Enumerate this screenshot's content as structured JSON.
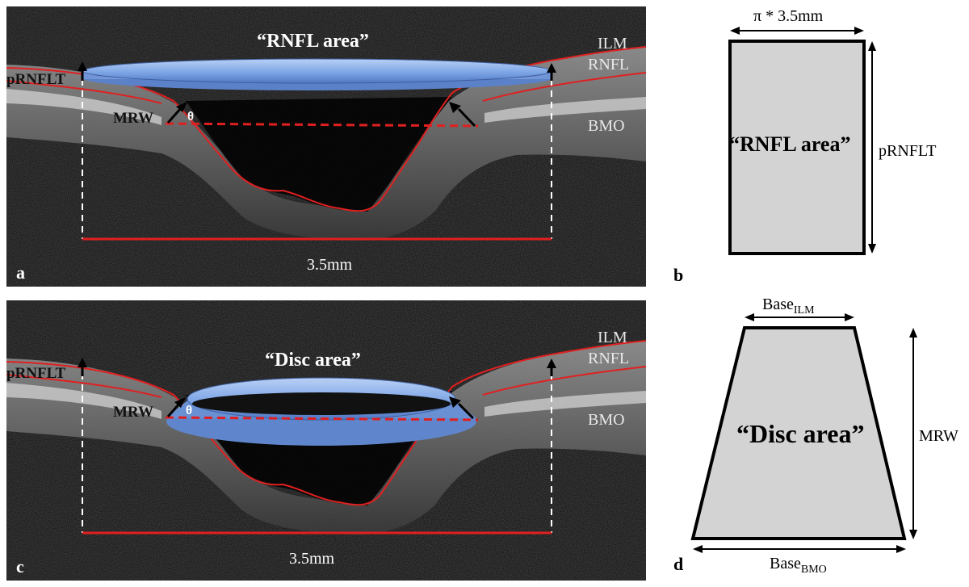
{
  "panels": {
    "a": {
      "letter": "a",
      "title": "“RNFL area”",
      "ilm": "ILM",
      "rnfl": "RNFL",
      "prnflt": "pRNFLT",
      "mrw": "MRW",
      "bmo": "BMO",
      "theta": "θ",
      "scale": "3.5mm"
    },
    "b": {
      "letter": "b",
      "top_label": "π * 3.5mm",
      "center": "“RNFL area”",
      "side": "pRNFLT"
    },
    "c": {
      "letter": "c",
      "title": "“Disc area”",
      "ilm": "ILM",
      "rnfl": "RNFL",
      "prnflt": "pRNFLT",
      "mrw": "MRW",
      "bmo": "BMO",
      "theta": "θ",
      "scale": "3.5mm"
    },
    "d": {
      "letter": "d",
      "top_base": "Base",
      "top_sub": "ILM",
      "center": "“Disc area”",
      "side": "MRW",
      "bottom_base": "Base",
      "bottom_sub": "BMO"
    }
  },
  "colors": {
    "retina_line": "#e02020",
    "disc_fill": "#7aa0e0",
    "diagram_fill": "#d3d3d3"
  }
}
